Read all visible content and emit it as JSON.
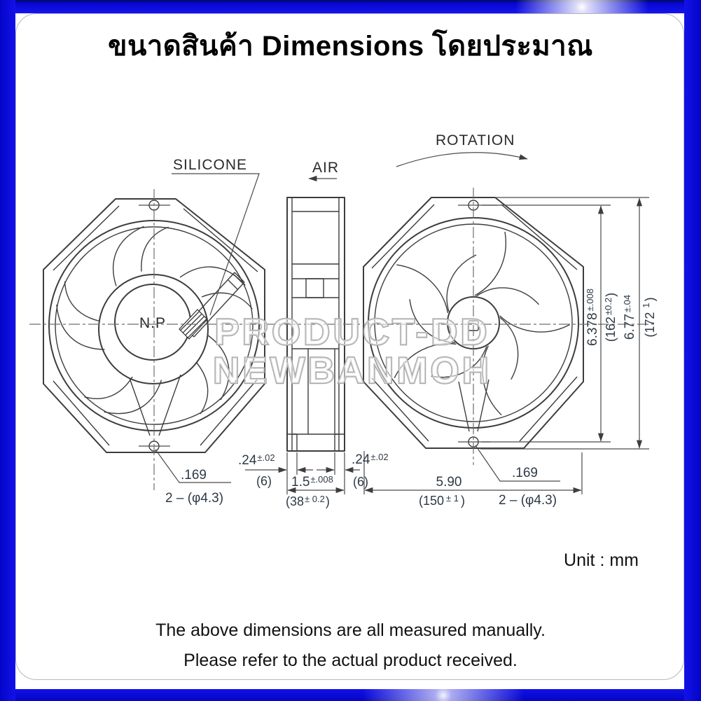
{
  "header": {
    "title": "ขนาดสินค้า Dimensions โดยประมาณ"
  },
  "labels": {
    "silicone": "SILICONE",
    "air": "AIR",
    "rotation": "ROTATION",
    "hub": "N.P"
  },
  "watermark": {
    "line1": "PRODUCT-DD",
    "line2": "NEWBANMOH"
  },
  "dims": {
    "height_in": {
      "value": "6.378",
      "tol": "±.008"
    },
    "height_mm": {
      "open": "(162",
      "tol": "±0.2",
      "close": ")"
    },
    "frame_in": {
      "value": "6.77",
      "tol": "±.04"
    },
    "frame_mm": {
      "open": "(172",
      "tol": "1",
      "close": ")"
    },
    "flange_left_in": {
      "value": ".24",
      "tol": "±.02"
    },
    "flange_left_mm": "(6)",
    "depth_in": {
      "value": "1.5",
      "tol": "±.008"
    },
    "depth_mm": {
      "open": "(38",
      "tol": "± 0.2",
      "close": ")"
    },
    "flange_right_in": {
      "value": ".24",
      "tol": "±.02"
    },
    "flange_right_mm": "(6)",
    "width_in": "5.90",
    "width_mm": {
      "open": "(150",
      "tol": "± 1",
      "close": ")"
    },
    "hole_left_in": ".169",
    "hole_left_note": "2 – (φ4.3)",
    "hole_right_in": ".169",
    "hole_right_note": "2 – (φ4.3)"
  },
  "footer": {
    "unit": "Unit : mm",
    "note1": "The above dimensions are all measured manually.",
    "note2": "Please refer to the actual product received."
  }
}
